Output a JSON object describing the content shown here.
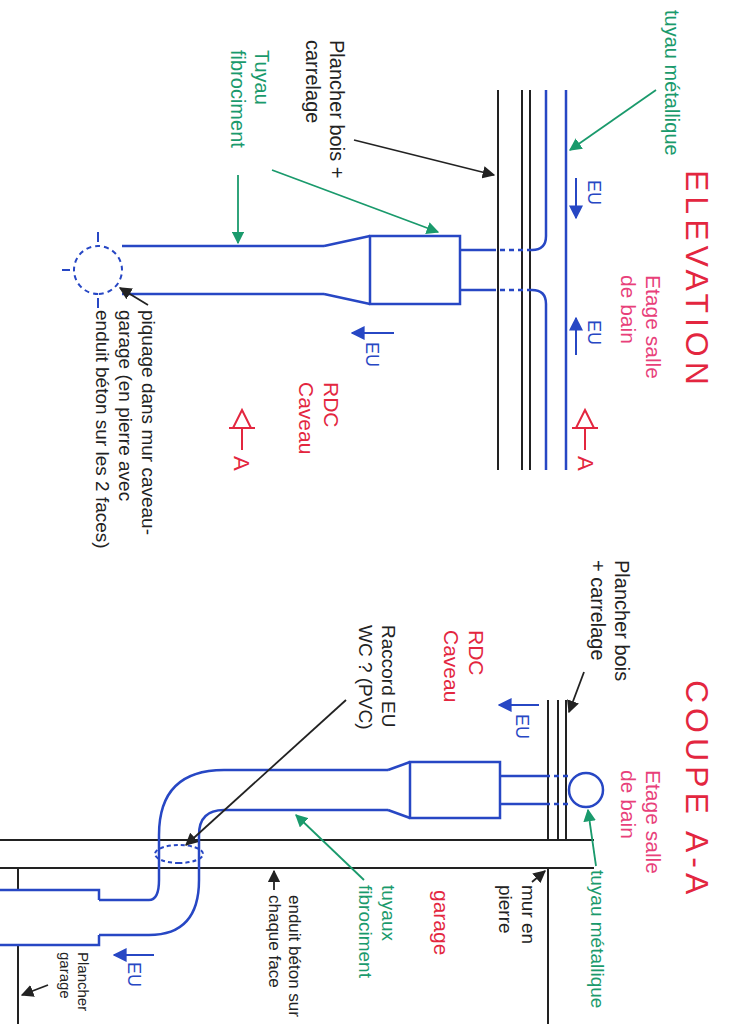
{
  "diagram": {
    "labels": [
      "ELEVATION",
      "Etage salle de bain",
      "tuyau métallique",
      "EU",
      "EU",
      "Plancher bois + carrelage",
      "Tuyau fibrociment",
      "EU",
      "RDC Caveau",
      "A",
      "A",
      "piquage dans mur caveau-garage (en pierre avec enduit béton sur les 2 faces)",
      "COUPE A-A",
      "Etage salle de bain",
      "tuyau métallique",
      "Plancher bois + carrelage",
      "EU",
      "RDC Caveau",
      "mur en pierre",
      "garage",
      "tuyaux fibrociment",
      "Raccord EU WC ? (PVC)",
      "enduit béton sur chaque face",
      "EU",
      "Plancher garage"
    ]
  }
}
